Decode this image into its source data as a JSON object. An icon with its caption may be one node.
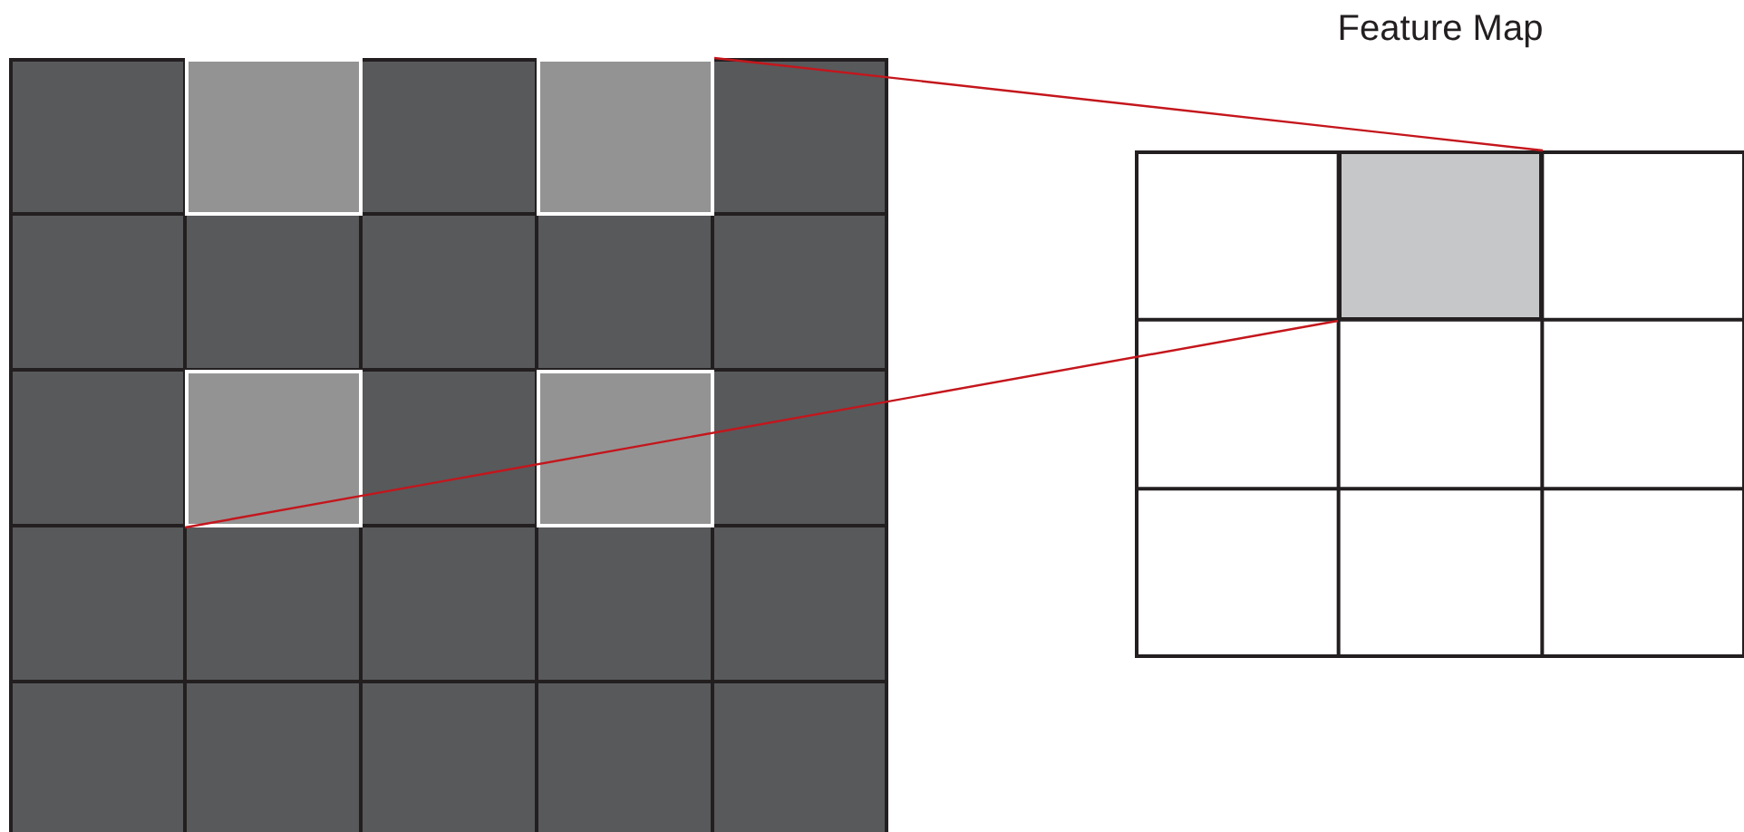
{
  "diagram": {
    "nodes": [
      {
        "text": [],
        "shape": "box"
      },
      {
        "text": [
          "Feature Map"
        ]
      },
      {
        "text": [],
        "shape": "box",
        "in": 0
      },
      {
        "text": [],
        "shape": "box",
        "in": 0
      },
      {
        "text": [],
        "shape": "box",
        "in": 0
      },
      {
        "text": [],
        "shape": "box",
        "in": 0
      },
      {
        "text": [],
        "shape": "box",
        "in": 1
      }
    ],
    "edges": [
      {
        "from": 3,
        "to": 6,
        "arrow": "none"
      },
      {
        "from": 4,
        "to": 6,
        "arrow": "none"
      }
    ]
  }
}
